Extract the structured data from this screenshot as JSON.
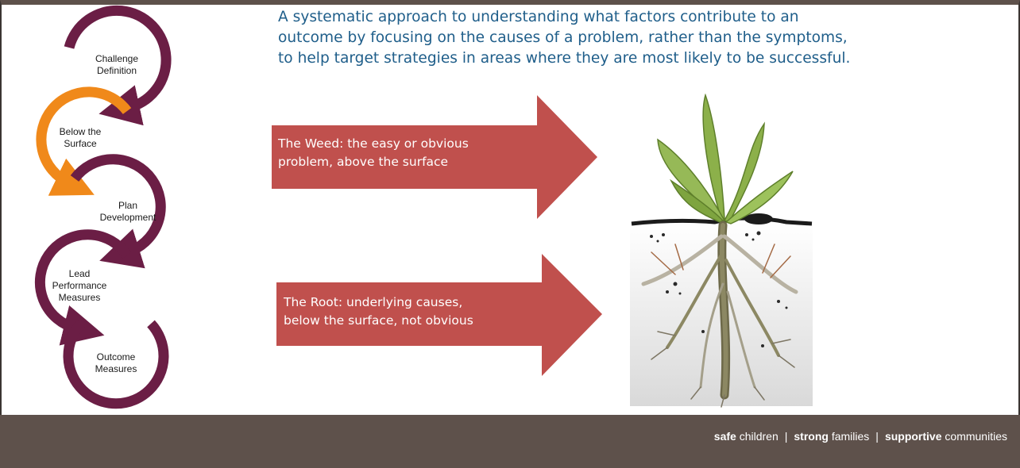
{
  "intro": {
    "line1": "A systematic approach to understanding what factors contribute to an",
    "line2": "outcome by focusing on the causes of a problem, rather than the symptoms,",
    "line3": "to help target strategies in areas where they are most likely to be successful."
  },
  "cycle_steps": [
    {
      "line1": "Challenge",
      "line2": "Definition",
      "color": "#6b1e45"
    },
    {
      "line1": "Below the",
      "line2": "Surface",
      "color": "#f0891a"
    },
    {
      "line1": "Plan",
      "line2": "Development",
      "color": "#6b1e45"
    },
    {
      "line1": "Lead",
      "line2": "Performance",
      "line3": "Measures",
      "color": "#6b1e45"
    },
    {
      "line1": "Outcome",
      "line2": "Measures",
      "color": "#6b1e45"
    }
  ],
  "arrows": {
    "weed": {
      "line1": "The Weed: the easy or obvious",
      "line2": "problem, above the surface"
    },
    "root": {
      "line1": "The Root: underlying causes,",
      "line2": "below the surface, not obvious"
    },
    "color": "#c0504d"
  },
  "footer": {
    "safe_bold": "safe",
    "safe_rest": "children",
    "strong_bold": "strong",
    "strong_rest": "families",
    "supportive_bold": "supportive",
    "supportive_rest": "communities",
    "separator": "|"
  }
}
